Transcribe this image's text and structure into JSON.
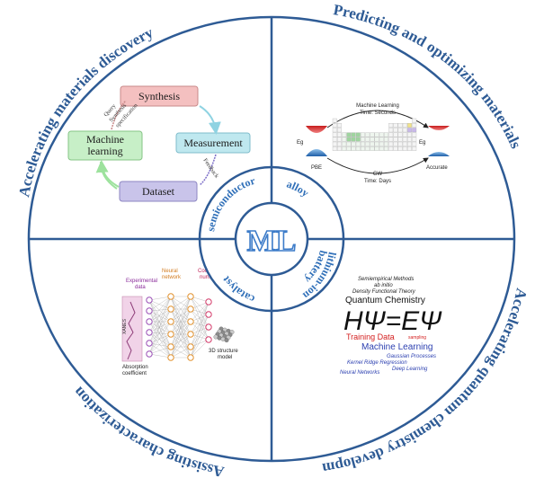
{
  "center": {
    "label": "ML"
  },
  "quadrants": {
    "top_left": "Accelerating materials discovery",
    "top_right": "Predicting and optimizing  materials",
    "bottom_right": "Accelerating quantum chemistry development",
    "bottom_left": "Assisting characterization"
  },
  "ring": {
    "semiconductor": "semiconductor",
    "alloy": "alloy",
    "catalyst": "catalyst",
    "lithium": "lithium-ion",
    "battery": "battery"
  },
  "discovery": {
    "synthesis": "Synthesis",
    "measurement": "Measurement",
    "dataset": "Dataset",
    "ml_line1": "Machine",
    "ml_line2": "learning",
    "query_line1": "Query",
    "query_line2": "Synthesis",
    "query_line3": "specification",
    "feedback": "Feedback"
  },
  "predict": {
    "top_line1": "Machine Learning",
    "top_line2": "Time: Seconds",
    "bottom_line1": "GW",
    "bottom_line2": "Time: Days",
    "left_label": "PBE",
    "right_label": "Accurate",
    "eg_left": "Eg",
    "eg_right": "Eg"
  },
  "quantum": {
    "line1": "Semiempirical Methods",
    "line2": "ab initio",
    "line3": "Density Functional Theory",
    "line4": "Quantum Chemistry",
    "equation": "HΨ=EΨ",
    "training": "Training Data",
    "sampling": "sampling",
    "ml": "Machine Learning",
    "gaussian": "Gaussian Processes",
    "krr": "Kernel Ridge Regression",
    "nn": "Neural Networks",
    "dl": "Deep Learning"
  },
  "characterization": {
    "exp_line1": "Experimental",
    "exp_line2": "data",
    "nn_line1": "Neural",
    "nn_line2": "network",
    "coord_line1": "Coordination",
    "coord_line2": "numbers",
    "structure_line1": "3D structure",
    "structure_line2": "model",
    "abs_line1": "Absorption",
    "abs_line2": "coefficient",
    "xanes": "XANES"
  },
  "colors": {
    "frame": "#2e5b95",
    "ring_fill": "#ffffff",
    "synthesis": "#f4c0c0",
    "measurement": "#bfe8ef",
    "dataset": "#c9c4ea",
    "ml_box": "#c7efc7",
    "psi": "#3a3aa8"
  }
}
